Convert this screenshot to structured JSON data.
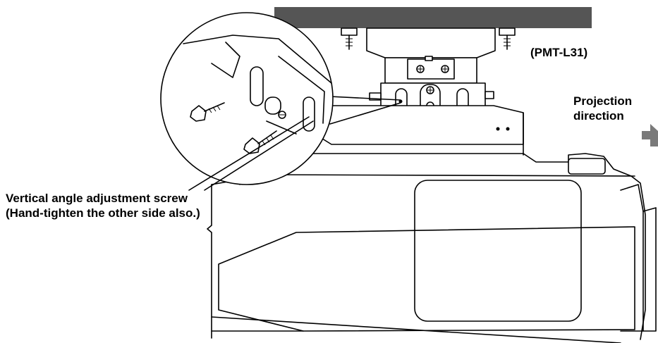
{
  "labels": {
    "model": "(PMT-L31)",
    "direction_line1": "Projection",
    "direction_line2": "direction",
    "screw_line1": "Vertical angle adjustment screw",
    "screw_line2": "(Hand-tighten the other side also.)"
  },
  "colors": {
    "ceiling_plate": "#555555",
    "arrow": "#7a7a7a",
    "line": "#000000"
  },
  "icons": {
    "direction_arrow": "arrow-right-icon"
  }
}
